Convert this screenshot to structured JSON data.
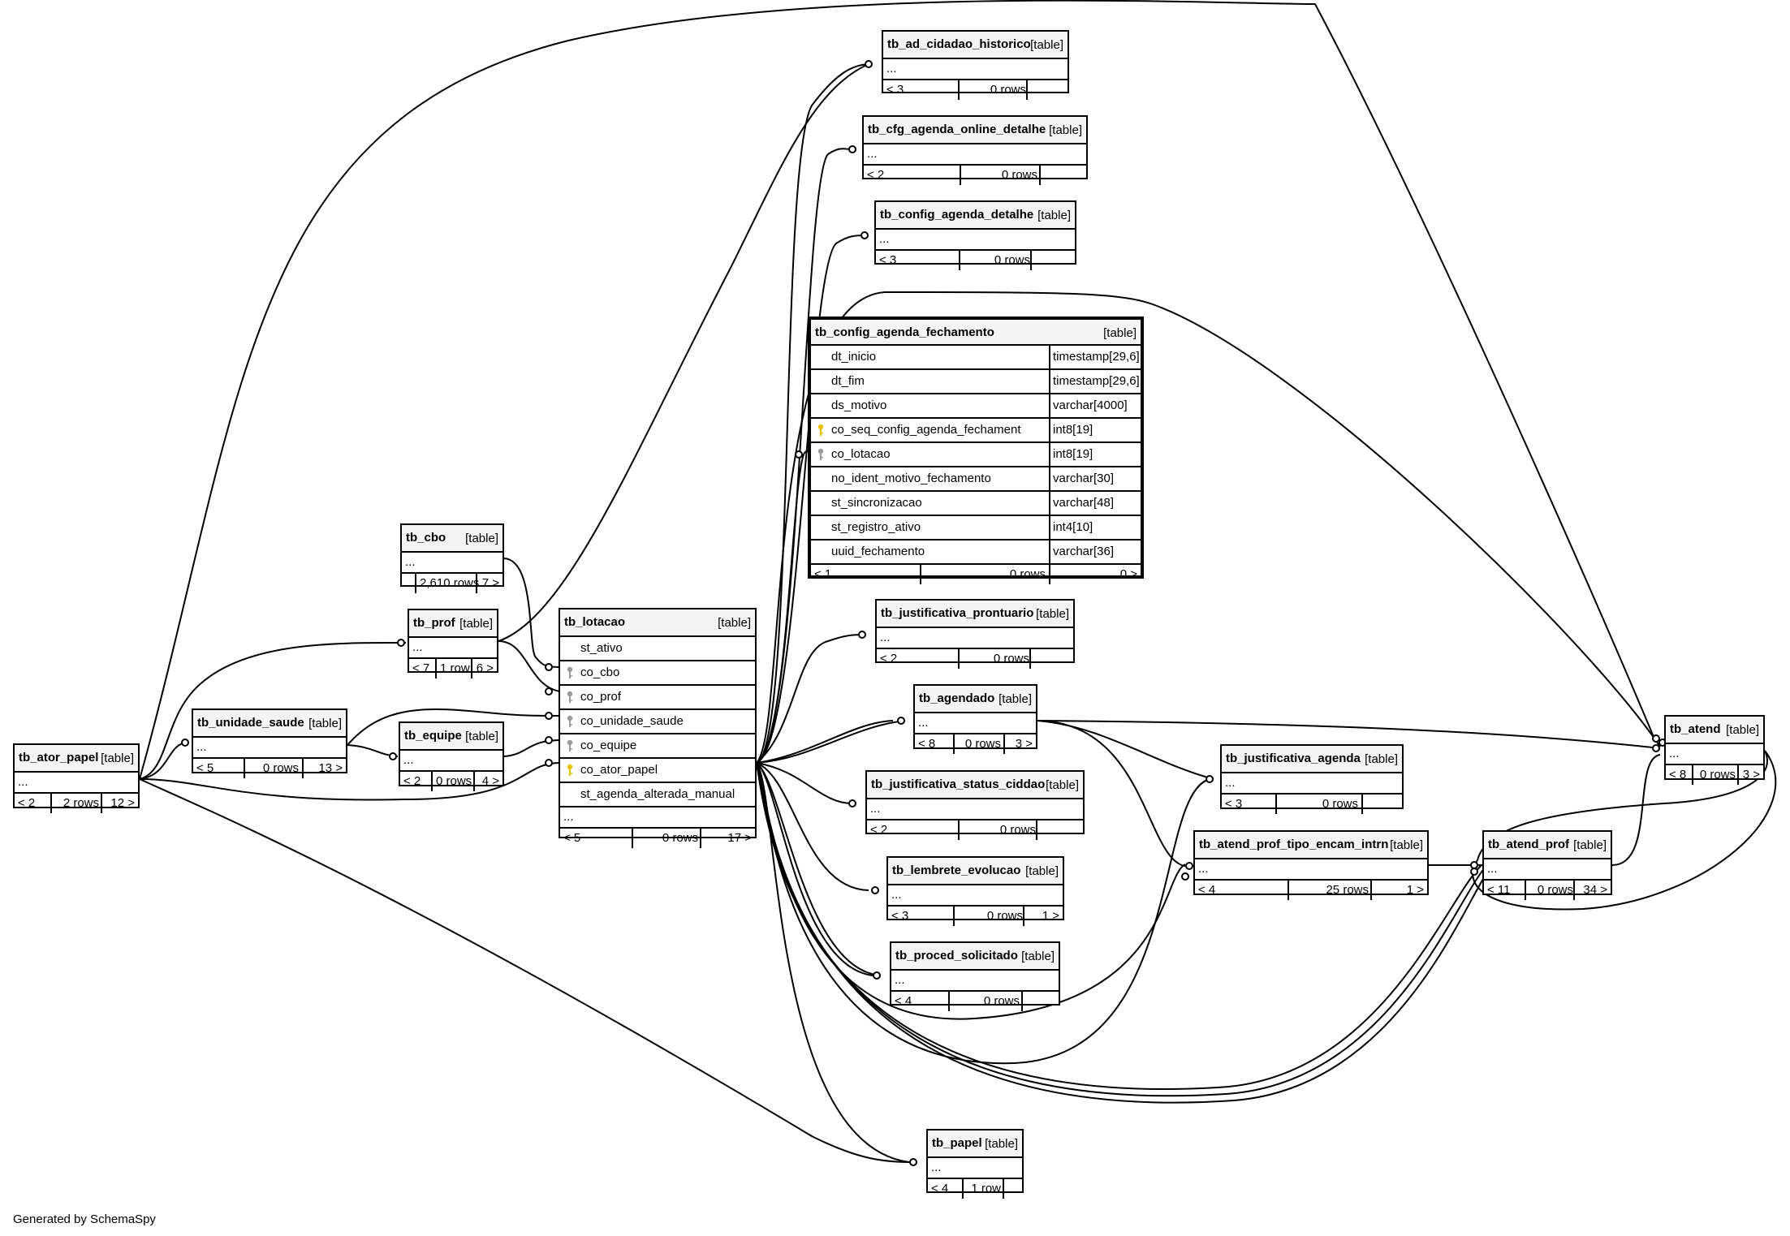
{
  "footer": "Generated by SchemaSpy",
  "tables": {
    "ad_hist": {
      "name": "tb_ad_cidadao_historico",
      "type": "[table]",
      "ellipsis": "...",
      "footer": [
        "< 3",
        "0 rows",
        ""
      ]
    },
    "cfg_online": {
      "name": "tb_cfg_agenda_online_detalhe",
      "type": "[table]",
      "ellipsis": "...",
      "footer": [
        "< 2",
        "0 rows",
        ""
      ]
    },
    "cfg_det": {
      "name": "tb_config_agenda_detalhe",
      "type": "[table]",
      "ellipsis": "...",
      "footer": [
        "< 3",
        "0 rows",
        ""
      ]
    },
    "main": {
      "name": "tb_config_agenda_fechamento",
      "type": "[table]",
      "columns": [
        {
          "name": "dt_inicio",
          "type": "timestamp[29,6]",
          "key": ""
        },
        {
          "name": "dt_fim",
          "type": "timestamp[29,6]",
          "key": ""
        },
        {
          "name": "ds_motivo",
          "type": "varchar[4000]",
          "key": ""
        },
        {
          "name": "co_seq_config_agenda_fechament",
          "type": "int8[19]",
          "key": "pk"
        },
        {
          "name": "co_lotacao",
          "type": "int8[19]",
          "key": "fk"
        },
        {
          "name": "no_ident_motivo_fechamento",
          "type": "varchar[30]",
          "key": ""
        },
        {
          "name": "st_sincronizacao",
          "type": "varchar[48]",
          "key": ""
        },
        {
          "name": "st_registro_ativo",
          "type": "int4[10]",
          "key": ""
        },
        {
          "name": "uuid_fechamento",
          "type": "varchar[36]",
          "key": ""
        }
      ],
      "footer": [
        "< 1",
        "0 rows",
        "0 >"
      ]
    },
    "cbo": {
      "name": "tb_cbo",
      "type": "[table]",
      "ellipsis": "...",
      "footer": [
        "",
        "2,610 rows",
        "7 >"
      ]
    },
    "prof": {
      "name": "tb_prof",
      "type": "[table]",
      "ellipsis": "...",
      "footer": [
        "< 7",
        "1 row",
        "6 >"
      ]
    },
    "lotacao": {
      "name": "tb_lotacao",
      "type": "[table]",
      "columns": [
        {
          "name": "st_ativo",
          "key": ""
        },
        {
          "name": "co_cbo",
          "key": "fk"
        },
        {
          "name": "co_prof",
          "key": "fk"
        },
        {
          "name": "co_unidade_saude",
          "key": "fk"
        },
        {
          "name": "co_equipe",
          "key": "fk"
        },
        {
          "name": "co_ator_papel",
          "key": "pk"
        },
        {
          "name": "st_agenda_alterada_manual",
          "key": ""
        }
      ],
      "ellipsis": "...",
      "footer": [
        "< 5",
        "0 rows",
        "17 >"
      ]
    },
    "just_pront": {
      "name": "tb_justificativa_prontuario",
      "type": "[table]",
      "ellipsis": "...",
      "footer": [
        "< 2",
        "0 rows",
        ""
      ]
    },
    "agendado": {
      "name": "tb_agendado",
      "type": "[table]",
      "ellipsis": "...",
      "footer": [
        "< 8",
        "0 rows",
        "3 >"
      ]
    },
    "just_status": {
      "name": "tb_justificativa_status_ciddao",
      "type": "[table]",
      "ellipsis": "...",
      "footer": [
        "< 2",
        "0 rows",
        ""
      ]
    },
    "lembrete": {
      "name": "tb_lembrete_evolucao",
      "type": "[table]",
      "ellipsis": "...",
      "footer": [
        "< 3",
        "0 rows",
        "1 >"
      ]
    },
    "proced": {
      "name": "tb_proced_solicitado",
      "type": "[table]",
      "ellipsis": "...",
      "footer": [
        "< 4",
        "0 rows",
        ""
      ]
    },
    "papel": {
      "name": "tb_papel",
      "type": "[table]",
      "ellipsis": "...",
      "footer": [
        "< 4",
        "1 row",
        ""
      ]
    },
    "ator_papel": {
      "name": "tb_ator_papel",
      "type": "[table]",
      "ellipsis": "...",
      "footer": [
        "< 2",
        "2 rows",
        "12 >"
      ]
    },
    "unidade": {
      "name": "tb_unidade_saude",
      "type": "[table]",
      "ellipsis": "...",
      "footer": [
        "< 5",
        "0 rows",
        "13 >"
      ]
    },
    "equipe": {
      "name": "tb_equipe",
      "type": "[table]",
      "ellipsis": "...",
      "footer": [
        "< 2",
        "0 rows",
        "4 >"
      ]
    },
    "just_agenda": {
      "name": "tb_justificativa_agenda",
      "type": "[table]",
      "ellipsis": "...",
      "footer": [
        "< 3",
        "0 rows",
        ""
      ]
    },
    "tipo_encam": {
      "name": "tb_atend_prof_tipo_encam_intrn",
      "type": "[table]",
      "ellipsis": "...",
      "footer": [
        "< 4",
        "25 rows",
        "1 >"
      ]
    },
    "atend_prof": {
      "name": "tb_atend_prof",
      "type": "[table]",
      "ellipsis": "...",
      "footer": [
        "< 11",
        "0 rows",
        "34 >"
      ]
    },
    "atend": {
      "name": "tb_atend",
      "type": "[table]",
      "ellipsis": "...",
      "footer": [
        "< 8",
        "0 rows",
        "3 >"
      ]
    }
  }
}
